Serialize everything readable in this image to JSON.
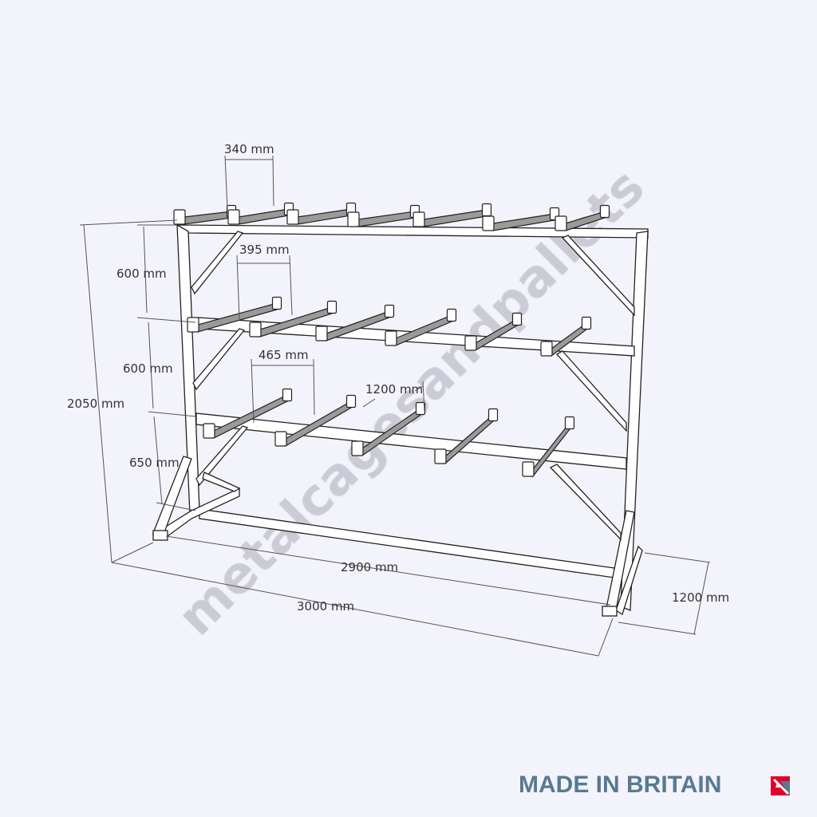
{
  "watermark": "metalcagesandpallets",
  "dimensions": {
    "arm_pitch_top": "340 mm",
    "arm_pitch_mid": "395 mm",
    "arm_pitch_low": "465 mm",
    "arm_length": "1200 mm",
    "level_gap_1": "600 mm",
    "level_gap_2": "600 mm",
    "level_gap_3": "650 mm",
    "overall_height": "2050 mm",
    "inner_length": "2900 mm",
    "overall_length": "3000 mm",
    "depth": "1200 mm"
  },
  "brand": {
    "text": "MADE IN BRITAIN",
    "color": "#587a91",
    "flag_color": "#e4002b"
  }
}
